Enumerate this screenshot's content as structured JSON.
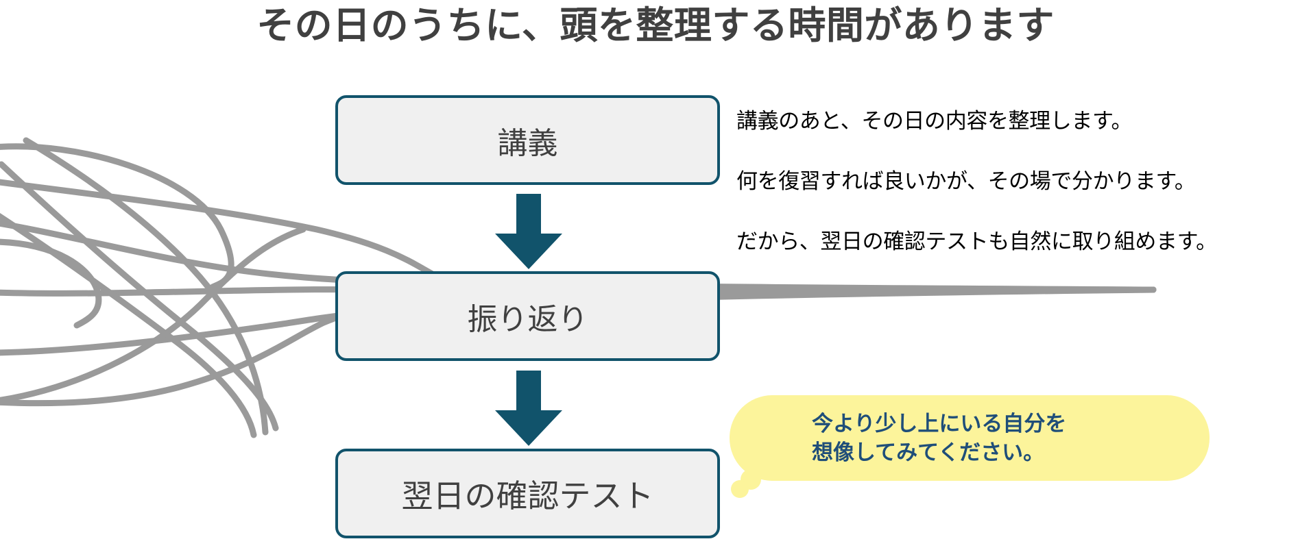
{
  "slide": {
    "title": "その日のうちに、頭を整理する時間があります",
    "background_color": "#FFFFFF",
    "accent_color": "#11536B",
    "box_fill_color": "#F0F0F0",
    "bubble_fill_color": "#FCF49B",
    "bubble_text_color": "#1F4E79",
    "line_color": "#999999"
  },
  "flow": {
    "steps": [
      {
        "label": "講義"
      },
      {
        "label": "振り返り"
      },
      {
        "label": "翌日の確認テスト"
      }
    ],
    "connectors": [
      {
        "name": "arrow-lecture-to-review"
      },
      {
        "name": "arrow-review-to-test"
      }
    ]
  },
  "notes": {
    "lines": [
      "講義のあと、その日の内容を整理します。",
      "何を復習すれば良いかが、その場で分かります。",
      "だから、翌日の確認テストも自然に取り組めます。"
    ]
  },
  "bubble": {
    "line1": "今より少し上にいる自分を",
    "line2": "想像してみてください。"
  },
  "artwork": {
    "name": "tangled-lines-converging"
  }
}
